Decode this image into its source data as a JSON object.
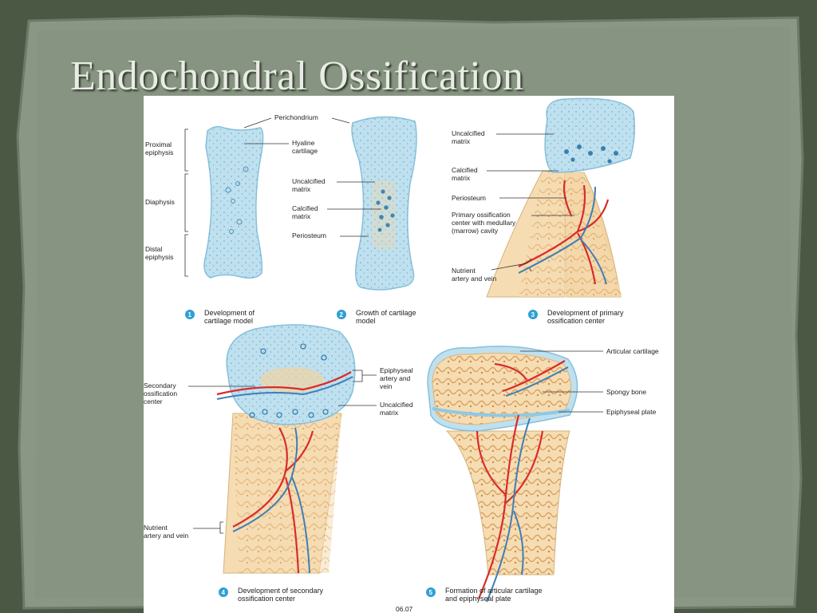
{
  "slide": {
    "title": "Endochondral Ossification"
  },
  "figure": {
    "left_labels": [
      "Proximal",
      "epiphysis",
      "Diaphysis",
      "Distal",
      "epiphysis"
    ],
    "perichondrium": "Perichondrium",
    "hyaline": [
      "Hyaline",
      "cartilage"
    ],
    "stage2_labels": {
      "uncalcified": [
        "Uncalcified",
        "matrix"
      ],
      "calcified": [
        "Calcified",
        "matrix"
      ],
      "periosteum": "Periosteum"
    },
    "stage3_labels": {
      "uncalcified": [
        "Uncalcified",
        "matrix"
      ],
      "calcified": [
        "Calcified",
        "matrix"
      ],
      "periosteum": "Periosteum",
      "primary": [
        "Primary ossification",
        "center with medullary",
        "(marrow) cavity"
      ],
      "nutrient": [
        "Nutrient",
        "artery and vein"
      ]
    },
    "stage4_labels": {
      "secondary": [
        "Secondary",
        "ossification",
        "center"
      ],
      "epiphyseal_vessels": [
        "Epiphyseal",
        "artery and",
        "vein"
      ],
      "uncalcified": [
        "Uncalcified",
        "matrix"
      ],
      "nutrient": [
        "Nutrient",
        "artery and vein"
      ]
    },
    "stage5_labels": {
      "articular": "Articular cartilage",
      "spongy": "Spongy bone",
      "plate": "Epiphyseal plate"
    },
    "captions": [
      {
        "num": "1",
        "lines": [
          "Development of",
          "cartilage model"
        ]
      },
      {
        "num": "2",
        "lines": [
          "Growth of cartilage",
          "model"
        ]
      },
      {
        "num": "3",
        "lines": [
          "Development of primary",
          "ossification center"
        ]
      },
      {
        "num": "4",
        "lines": [
          "Development of secondary",
          "ossification center"
        ]
      },
      {
        "num": "5",
        "lines": [
          "Formation of articular cartilage",
          "and epiphyseal plate"
        ]
      }
    ],
    "figure_code": "06.07",
    "colors": {
      "cartilage": "#bfe0ee",
      "bone": "#f2d3a2",
      "artery": "#d92b2b",
      "vein": "#3f7fb6",
      "badge": "#2f9fd3"
    }
  }
}
